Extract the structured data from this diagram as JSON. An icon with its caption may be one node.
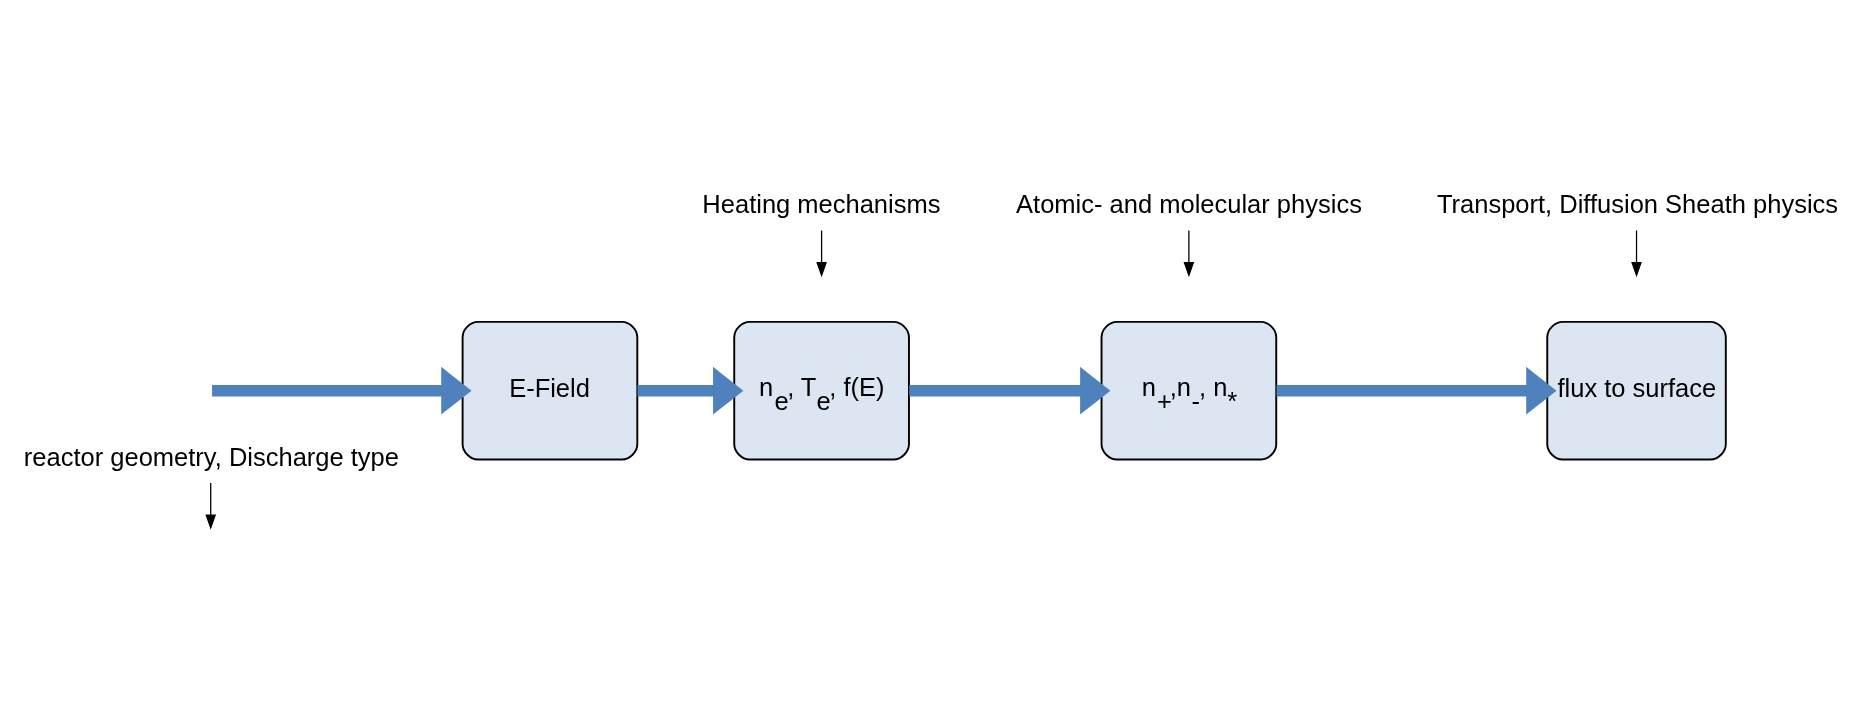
{
  "diagram": {
    "nodes": [
      {
        "text": [
          "reactor geometry, Discharge type"
        ]
      },
      {
        "text": [
          "E-Field"
        ]
      },
      {
        "text": [
          "n$_{e}$, T$_{e}$, f(E)"
        ]
      },
      {
        "text": [
          "n$_{+}$,n$_{-}$, n$_{*}$"
        ]
      },
      {
        "text": [
          "flux to surface"
        ]
      },
      {
        "text": [
          "Atomic- and molecular physics"
        ]
      },
      {
        "text": [
          "Heating mechanisms"
        ]
      },
      {
        "text": [
          "Transport, Diffusion Sheath physics"
        ]
      }
    ],
    "edges": [
      {
        "from": null,
        "to": 1,
        "arrow": "to",
        "style": "thick",
        "color": "#4f81bd"
      },
      {
        "from": 1,
        "to": 2,
        "arrow": "to",
        "style": "thick",
        "color": "#4f81bd"
      },
      {
        "from": 2,
        "to": 3,
        "arrow": "to",
        "style": "thick",
        "color": "#4f81bd"
      },
      {
        "from": 3,
        "to": 4,
        "arrow": "to",
        "style": "thick",
        "color": "#4f81bd"
      },
      {
        "from": 0,
        "to": null,
        "arrow": "to",
        "color": "#000000"
      },
      {
        "from": 6,
        "to": null,
        "arrow": "to",
        "color": "#000000"
      },
      {
        "from": 5,
        "to": null,
        "arrow": "to",
        "color": "#000000"
      },
      {
        "from": 7,
        "to": null,
        "arrow": "to",
        "color": "#000000"
      }
    ]
  }
}
